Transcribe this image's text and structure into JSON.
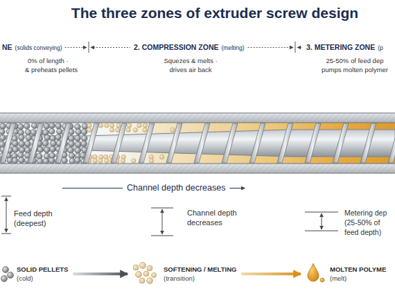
{
  "diagram": {
    "title": "The three zones of extruder screw design",
    "nodes": [
      {
        "text": [
          "SOLID PELLETS",
          "(cold)"
        ]
      },
      {
        "text": [
          "SOFTENING / MELTING",
          "(transition)"
        ]
      },
      {
        "text": [
          "MOLTEN POLYME",
          "(melt)"
        ]
      }
    ],
    "edges": [
      {
        "from": 0,
        "to": 1,
        "arrow": "to"
      },
      {
        "from": 1,
        "to": 2,
        "arrow": "to"
      }
    ],
    "labels": [
      "NE",
      "(solids conveying)",
      "0% of length ·",
      "& preheats pellets",
      "2. COMPRESSION ZONE",
      "(melting)",
      "Squezes & melts ·",
      "drives air back",
      "3. METERING ZONE",
      "(p",
      "25-50% of feed dep",
      "pumps molten polymer",
      "Channel depth decreases",
      "Feed depth",
      "(deepest)",
      "Channel depth",
      "decreases",
      "Metering dep",
      "(25-50% of",
      "feed depth)"
    ]
  }
}
